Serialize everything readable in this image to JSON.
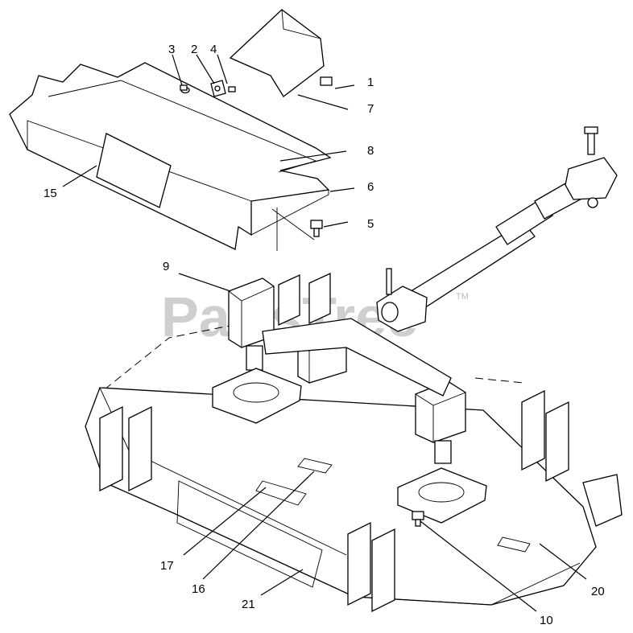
{
  "watermark": {
    "text": "PartsTree",
    "tm": "TM"
  },
  "callouts": [
    {
      "id": "1",
      "label": "1"
    },
    {
      "id": "2",
      "label": "2"
    },
    {
      "id": "3",
      "label": "3"
    },
    {
      "id": "4",
      "label": "4"
    },
    {
      "id": "5",
      "label": "5"
    },
    {
      "id": "6",
      "label": "6"
    },
    {
      "id": "7",
      "label": "7"
    },
    {
      "id": "8",
      "label": "8"
    },
    {
      "id": "9",
      "label": "9"
    },
    {
      "id": "10",
      "label": "10"
    },
    {
      "id": "15",
      "label": "15"
    },
    {
      "id": "16",
      "label": "16"
    },
    {
      "id": "17",
      "label": "17"
    },
    {
      "id": "20",
      "label": "20"
    },
    {
      "id": "21",
      "label": "21"
    }
  ]
}
